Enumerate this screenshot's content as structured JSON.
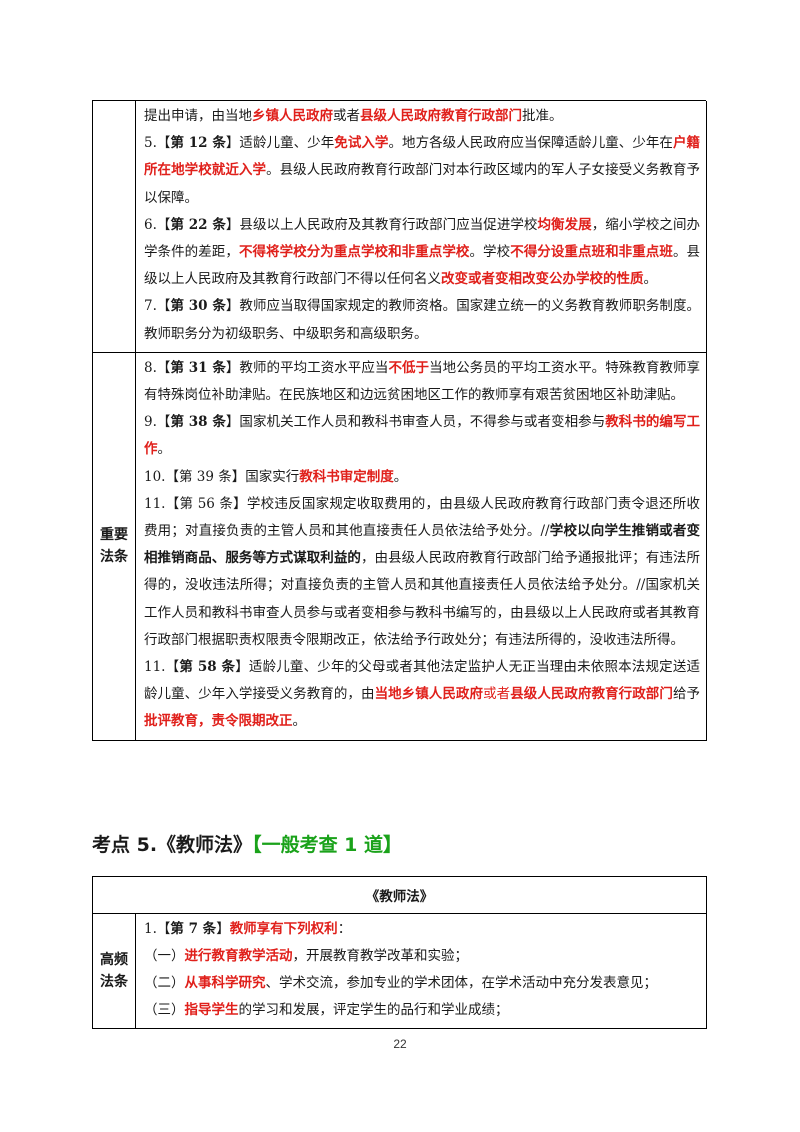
{
  "table1": {
    "side_label_line1": "重要",
    "side_label_line2": "法条",
    "p0": [
      "提出申请，由当地",
      "乡镇人民政府",
      "或者",
      "县级人民政府教育行政部门",
      "批准。"
    ],
    "p5": [
      "5.【",
      "第 12 条",
      "】适龄儿童、少年",
      "免试入学",
      "。地方各级人民政府应当保障适龄儿童、少年在",
      "户籍所在地学校就近入学",
      "。县级人民政府教育行政部门对本行政区域内的军人子女接受义务教育予以保障。"
    ],
    "p6": [
      "6.【",
      "第 22 条",
      "】县级以上人民政府及其教育行政部门应当促进学校",
      "均衡发展",
      "，缩小学校之间办学条件的差距，",
      "不得将学校分为重点学校和非重点学校",
      "。学校",
      "不得分设重点班和非重点班",
      "。县级以上人民政府及其教育行政部门不得以任何名义",
      "改变或者变相改变公办学校的性质",
      "。"
    ],
    "p7": [
      "7.【",
      "第 30 条",
      "】教师应当取得国家规定的教师资格。国家建立统一的义务教育教师职务制度。教师职务分为初级职务、中级职务和高级职务。"
    ],
    "p8": [
      "8.【",
      "第 31 条",
      "】教师的平均工资水平应当",
      "不低于",
      "当地公务员的平均工资水平。特殊教育教师享有特殊岗位补助津贴。在民族地区和边远贫困地区工作的教师享有艰苦贫困地区补助津贴。"
    ],
    "p9": [
      "9.【",
      "第 38 条",
      "】国家机关工作人员和教科书审查人员，不得参与或者变相参与",
      "教科书的编写工作",
      "。"
    ],
    "p10": [
      "10.【第 39 条】国家实行",
      "教科书审定制度",
      "。"
    ],
    "p11a": [
      "11.【第 56 条】学校违反国家规定收取费用的，由县级人民政府教育行政部门责令退还所收费用；对直接负责的主管人员和其他直接责任人员依法给予处分。//",
      "学校以向学生推销或者变相推销商品、服务等方式谋取利益的",
      "，由县级人民政府教育行政部门给予通报批评；有违法所得的，没收违法所得；对直接负责的主管人员和其他直接责任人员依法给予处分。//国家机关工作人员和教科书审查人员参与或者变相参与教科书编写的，由县级以上人民政府或者其教育行政部门根据职责权限责令限期改正，依法给予行政处分；有违法所得的，没收违法所得。"
    ],
    "p11b": [
      "11.【",
      "第 58 条",
      "】适龄儿童、少年的父母或者其他法定监护人无正当理由未依照本法规定送适龄儿童、少年入学接受义务教育的，由",
      "当地乡镇人民政府",
      "或者",
      "县级人民政府教育行政部门",
      "给予",
      "批评教育，责令限期改正",
      "。"
    ]
  },
  "section": {
    "prefix": "考点 5.《教师法》",
    "tag": "【一般考查 1 道】"
  },
  "table2": {
    "header": "《教师法》",
    "side_label_line1": "高频",
    "side_label_line2": "法条",
    "q1": [
      "1.【",
      "第 7 条",
      "】",
      "教师享有下列权利",
      "："
    ],
    "q2": [
      "（一）",
      "进行教育教学活动",
      "，开展教育教学改革和实验；"
    ],
    "q3": [
      "（二）",
      "从事科学研究",
      "、学术交流，参加专业的学术团体，在学术活动中充分发表意见；"
    ],
    "q4": [
      "（三）",
      "指导学生",
      "的学习和发展，评定学生的品行和学业成绩；"
    ]
  },
  "page_number": "22",
  "colors": {
    "emphasis_red": "#e0201b",
    "tag_green": "#1aa21a",
    "text": "#1a1a1a"
  }
}
